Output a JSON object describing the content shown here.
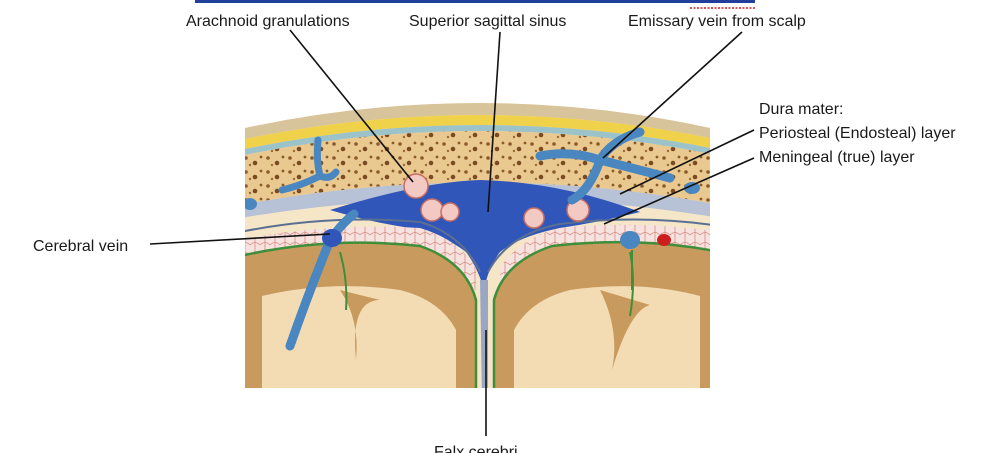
{
  "labels": {
    "arachnoid": "Arachnoid granulations",
    "sinus": "Superior sagittal sinus",
    "emissary": "Emissary vein from scalp",
    "dura_heading": "Dura mater:",
    "periosteal": "Periosteal (Endosteal) layer",
    "meningeal": "Meningeal (true) layer",
    "cerebral_vein": "Cerebral vein",
    "falx": "Falx cerebri"
  },
  "colors": {
    "sinus_blue": "#2f56b8",
    "vein_blue": "#4a86c0",
    "bone": "#e9c98f",
    "bone_spots": "#8b5a2b",
    "brain_gray": "#c89a5e",
    "brain_white": "#f3dcb4",
    "pia_green": "#3f8f3a",
    "arachnoid_pink": "#e9b7b0",
    "scalp_yellow": "#f0d24a",
    "artery_red": "#cc1e1e"
  }
}
